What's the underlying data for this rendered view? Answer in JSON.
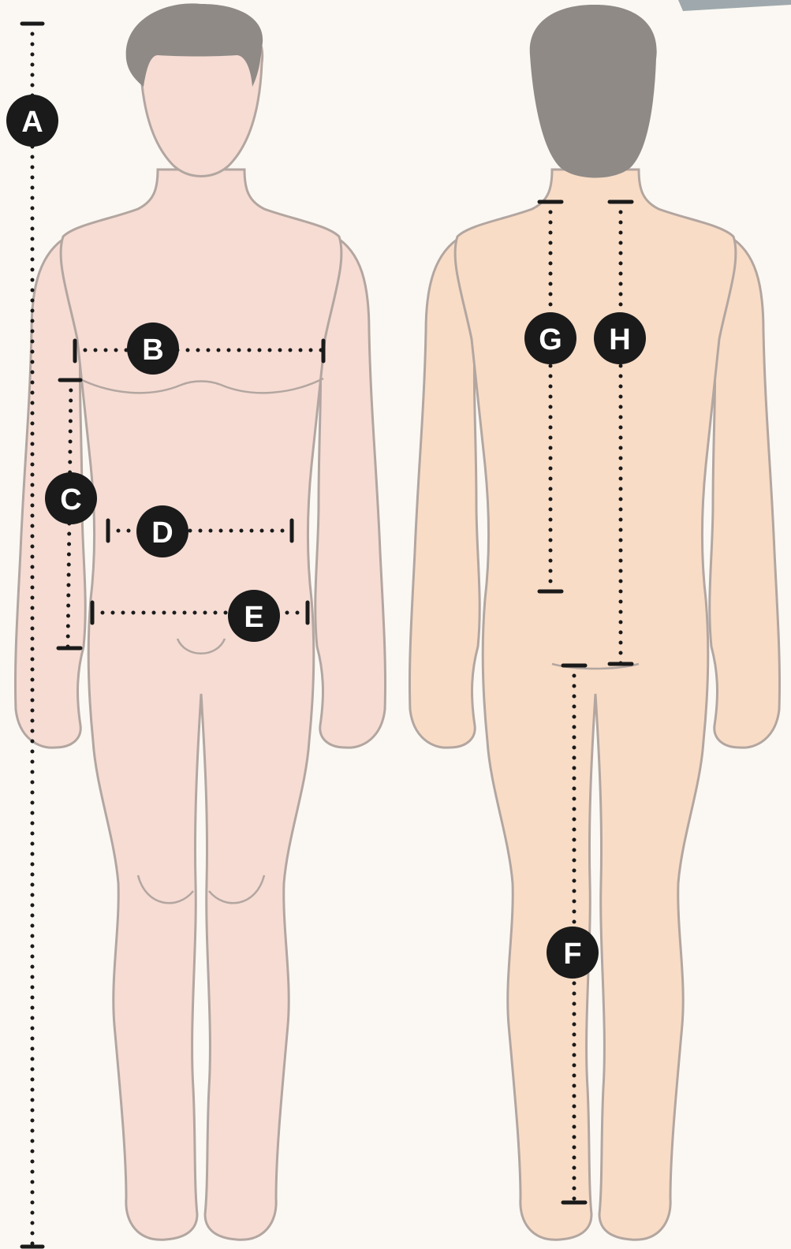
{
  "figure": {
    "skin_front": "#f6dcd3",
    "skin_back": "#f8dcc6",
    "outline": "#b3a6a0",
    "hair": "#8f8a86",
    "marker": "#1a1a1a"
  },
  "views": [
    "front-view",
    "back-view"
  ],
  "measurements": [
    {
      "id": "A",
      "label": "A"
    },
    {
      "id": "B",
      "label": "B"
    },
    {
      "id": "C",
      "label": "C"
    },
    {
      "id": "D",
      "label": "D"
    },
    {
      "id": "E",
      "label": "E"
    },
    {
      "id": "F",
      "label": "F"
    },
    {
      "id": "G",
      "label": "G"
    },
    {
      "id": "H",
      "label": "H"
    }
  ]
}
